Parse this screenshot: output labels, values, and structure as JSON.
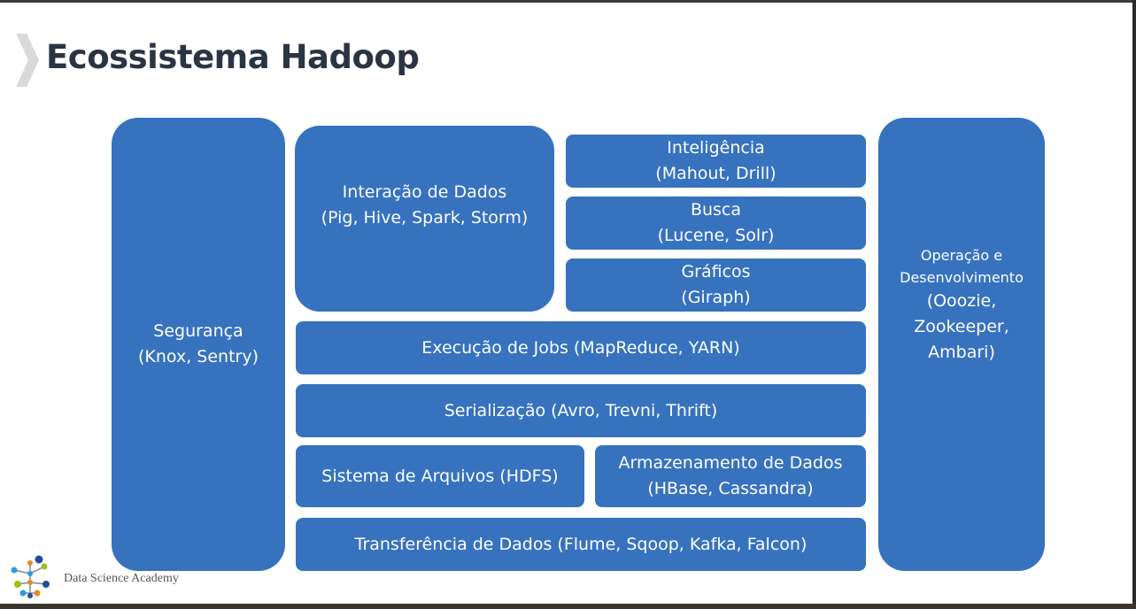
{
  "slide": {
    "title": "Ecossistema Hadoop"
  },
  "diagram": {
    "security": {
      "line1": "Segurança",
      "line2": "(Knox, Sentry)"
    },
    "data_interaction": {
      "line1": "Interação de Dados",
      "line2": "(Pig, Hive, Spark, Storm)"
    },
    "intelligence": {
      "line1": "Inteligência",
      "line2": "(Mahout, Drill)"
    },
    "search": {
      "line1": "Busca",
      "line2": "(Lucene, Solr)"
    },
    "graphs": {
      "line1": "Gráficos",
      "line2": "(Giraph)"
    },
    "job_execution": {
      "label": "Execução de Jobs (MapReduce, YARN)"
    },
    "serialization": {
      "label": "Serialização (Avro, Trevni, Thrift)"
    },
    "file_system": {
      "label": "Sistema de Arquivos (HDFS)"
    },
    "data_storage": {
      "line1": "Armazenamento de Dados",
      "line2": "(HBase, Cassandra)"
    },
    "data_transfer": {
      "label": "Transferência de Dados (Flume, Sqoop, Kafka, Falcon)"
    },
    "operations": {
      "line1": "Operação e",
      "line2": "Desenvolvimento",
      "line3": "(Ooozie,",
      "line4": "Zookeeper,",
      "line5": "Ambari)"
    }
  },
  "branding": {
    "logo_icon": "data-science-academy-logo-icon",
    "logo_text": "Data Science Academy"
  },
  "colors": {
    "box_fill": "#3672be",
    "box_text": "#ffffff",
    "title_text": "#2b3443",
    "chevron": "#d9d9d9"
  }
}
